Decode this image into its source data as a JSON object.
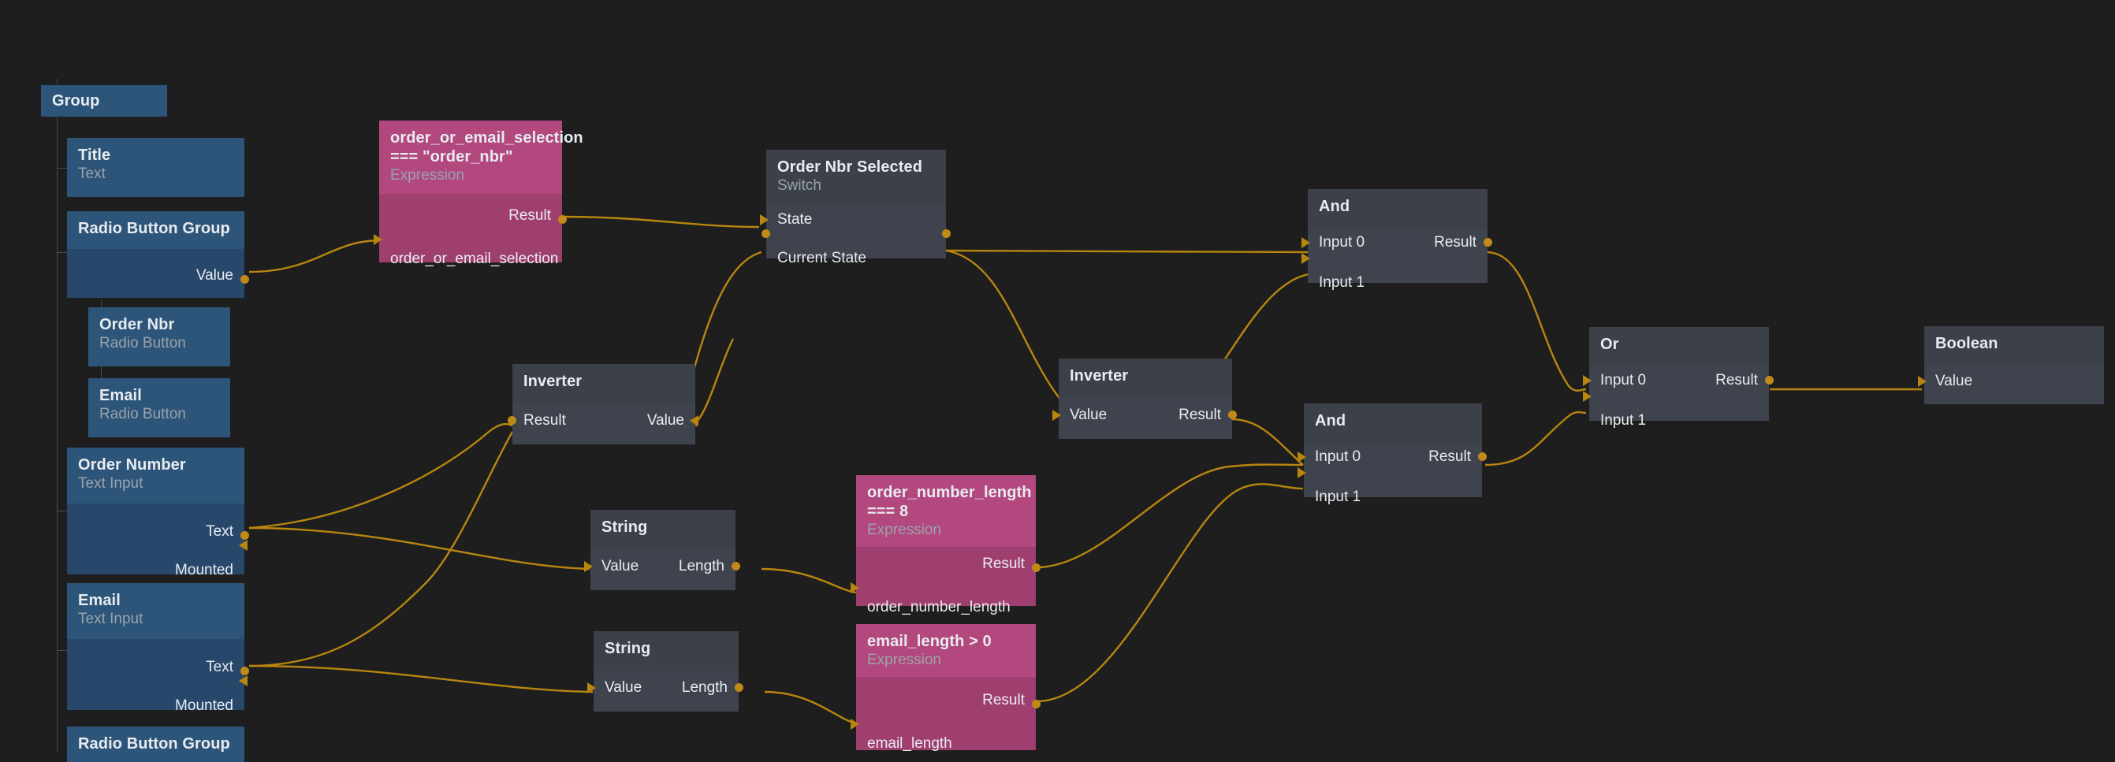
{
  "app": {
    "name": "node-graph-editor",
    "canvas_background": "#1e1e1e",
    "wire_color": "#b8860f",
    "colors": {
      "component_node_header": "#2d5579",
      "component_node_body": "#28486b",
      "logic_node_header": "#3b4049",
      "logic_node_body": "#3e434d",
      "expression_node_header": "#b2487e",
      "expression_node_body": "#9f3f70",
      "port_dot": "#c08a19",
      "label_primary": "#e8ecf0",
      "label_secondary": "#9aa3ac"
    }
  },
  "nodes": {
    "group": {
      "title": "Group"
    },
    "title_text": {
      "title": "Title",
      "subtitle": "Text"
    },
    "radio_button_group_1": {
      "title": "Radio Button Group",
      "out_value": "Value"
    },
    "order_nbr_radio": {
      "title": "Order Nbr",
      "subtitle": "Radio Button"
    },
    "email_radio": {
      "title": "Email",
      "subtitle": "Radio Button"
    },
    "order_number_input": {
      "title": "Order Number",
      "subtitle": "Text Input",
      "out_text": "Text",
      "in_mounted": "Mounted"
    },
    "email_input": {
      "title": "Email",
      "subtitle": "Text Input",
      "out_text": "Text",
      "in_mounted": "Mounted"
    },
    "radio_button_group_2": {
      "title": "Radio Button Group"
    },
    "expr_order_or_email": {
      "title": "order_or_email_selection\n=== \"order_nbr\"",
      "title_line1": "order_or_email_selection",
      "title_line2": "=== \"order_nbr\"",
      "subtitle": "Expression",
      "out_result": "Result",
      "in_variable": "order_or_email_selection"
    },
    "switch_order_nbr_selected": {
      "title": "Order Nbr Selected",
      "subtitle": "Switch",
      "in_state": "State",
      "in_current_state": "Current State"
    },
    "inverter_1": {
      "title": "Inverter",
      "in_result": "Result",
      "out_value": "Value"
    },
    "inverter_2": {
      "title": "Inverter",
      "in_value": "Value",
      "out_result": "Result"
    },
    "string_1": {
      "title": "String",
      "in_value": "Value",
      "out_length": "Length"
    },
    "string_2": {
      "title": "String",
      "in_value": "Value",
      "out_length": "Length"
    },
    "expr_order_number_length": {
      "title_line1": "order_number_length",
      "title_line2": "=== 8",
      "subtitle": "Expression",
      "out_result": "Result",
      "in_variable": "order_number_length"
    },
    "expr_email_length": {
      "title_line1": "email_length > 0",
      "title_line2": "",
      "subtitle": "Expression",
      "out_result": "Result",
      "in_variable": "email_length"
    },
    "and_1": {
      "title": "And",
      "in_0": "Input 0",
      "in_1": "Input 1",
      "out_result": "Result"
    },
    "and_2": {
      "title": "And",
      "in_0": "Input 0",
      "in_1": "Input 1",
      "out_result": "Result"
    },
    "or_1": {
      "title": "Or",
      "in_0": "Input 0",
      "in_1": "Input 1",
      "out_result": "Result"
    },
    "boolean_1": {
      "title": "Boolean",
      "in_value": "Value"
    }
  }
}
